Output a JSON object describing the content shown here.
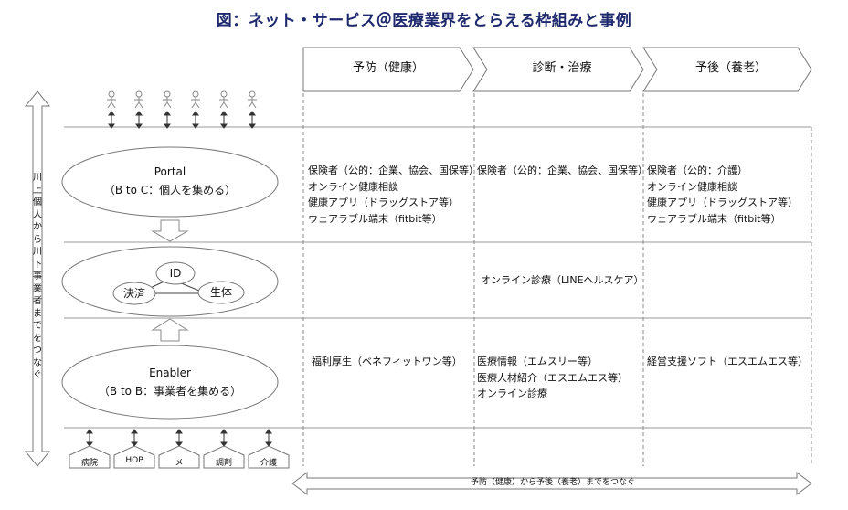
{
  "title": "図：ネット・サービス＠医療業界をとらえる枠組みと事例",
  "columns": [
    "予防（健康）",
    "診断・治療",
    "予後（養老）"
  ],
  "left_label": "川上個人から川下事業者までをつなぐ",
  "portal": {
    "name": "Portal",
    "sub": "（B to C：個人を集める）"
  },
  "enabler": {
    "name": "Enabler",
    "sub": "（B to B：事業者を集める）"
  },
  "hub": {
    "top": "ID",
    "left": "決済",
    "right": "生体"
  },
  "providers": [
    "病院",
    "HOP",
    "メ",
    "調剤",
    "介護"
  ],
  "rows": {
    "portal": {
      "col1": [
        "保険者（公的：企業、協会、国保等）",
        "オンライン健康相談",
        "健康アプリ（ドラッグストア等）",
        "ウェアラブル端末（fitbit等）"
      ],
      "col2": [
        "保険者（公的：企業、協会、国保等）"
      ],
      "col3": [
        "保険者（公的：介護）",
        "オンライン健康相談",
        "健康アプリ（ドラッグストア等）",
        "ウェアラブル端末（fitbit等）"
      ]
    },
    "hub": {
      "col2": [
        "オンライン診療（LINEヘルスケア）"
      ]
    },
    "enabler": {
      "col1": [
        "福利厚生（ベネフィットワン等）"
      ],
      "col2": [
        "医療情報（エムスリー等）",
        "医療人材紹介（エスエムエス等）",
        "オンライン診療"
      ],
      "col3": [
        "経営支援ソフト（エスエムエス等）"
      ]
    }
  },
  "bottom_arrow_label": "予防（健康）から予後（養老）までをつなぐ"
}
